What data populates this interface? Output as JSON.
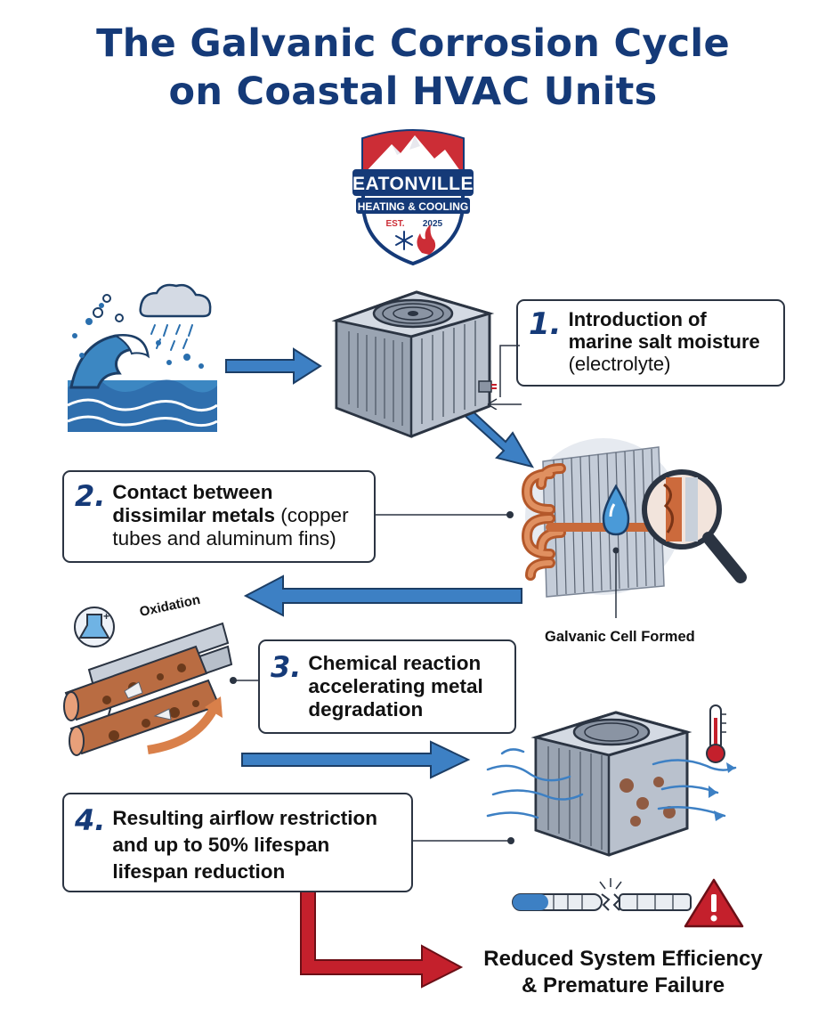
{
  "title_line1": "The Galvanic Corrosion Cycle",
  "title_line2": "on Coastal HVAC Units",
  "logo": {
    "name": "EATONVILLE",
    "sub": "HEATING & COOLING",
    "est_label": "EST.",
    "est_year": "2025"
  },
  "steps": [
    {
      "num": "1.",
      "bold": "Introduction of marine salt moisture",
      "normal": " (electrolyte)"
    },
    {
      "num": "2.",
      "bold": "Contact between dissimilar metals",
      "normal": " (copper tubes and aluminum fins)"
    },
    {
      "num": "3.",
      "bold": "Chemical reaction accelerating metal degradation",
      "normal": ""
    },
    {
      "num": "4.",
      "bold": "Resulting airflow restriction and up to 50% lifespan lifespan reduction",
      "normal": ""
    }
  ],
  "labels": {
    "galvanic_cell": "Galvanic Cell Formed",
    "oxidation": "Oxidation"
  },
  "final": {
    "line1": "Reduced System Efficiency",
    "line2": "& Premature Failure"
  },
  "colors": {
    "title": "#153a78",
    "arrow_blue": "#3d80c4",
    "arrow_red": "#c4202c",
    "copper": "#d27a4a",
    "brand_red": "#cc2d36"
  }
}
